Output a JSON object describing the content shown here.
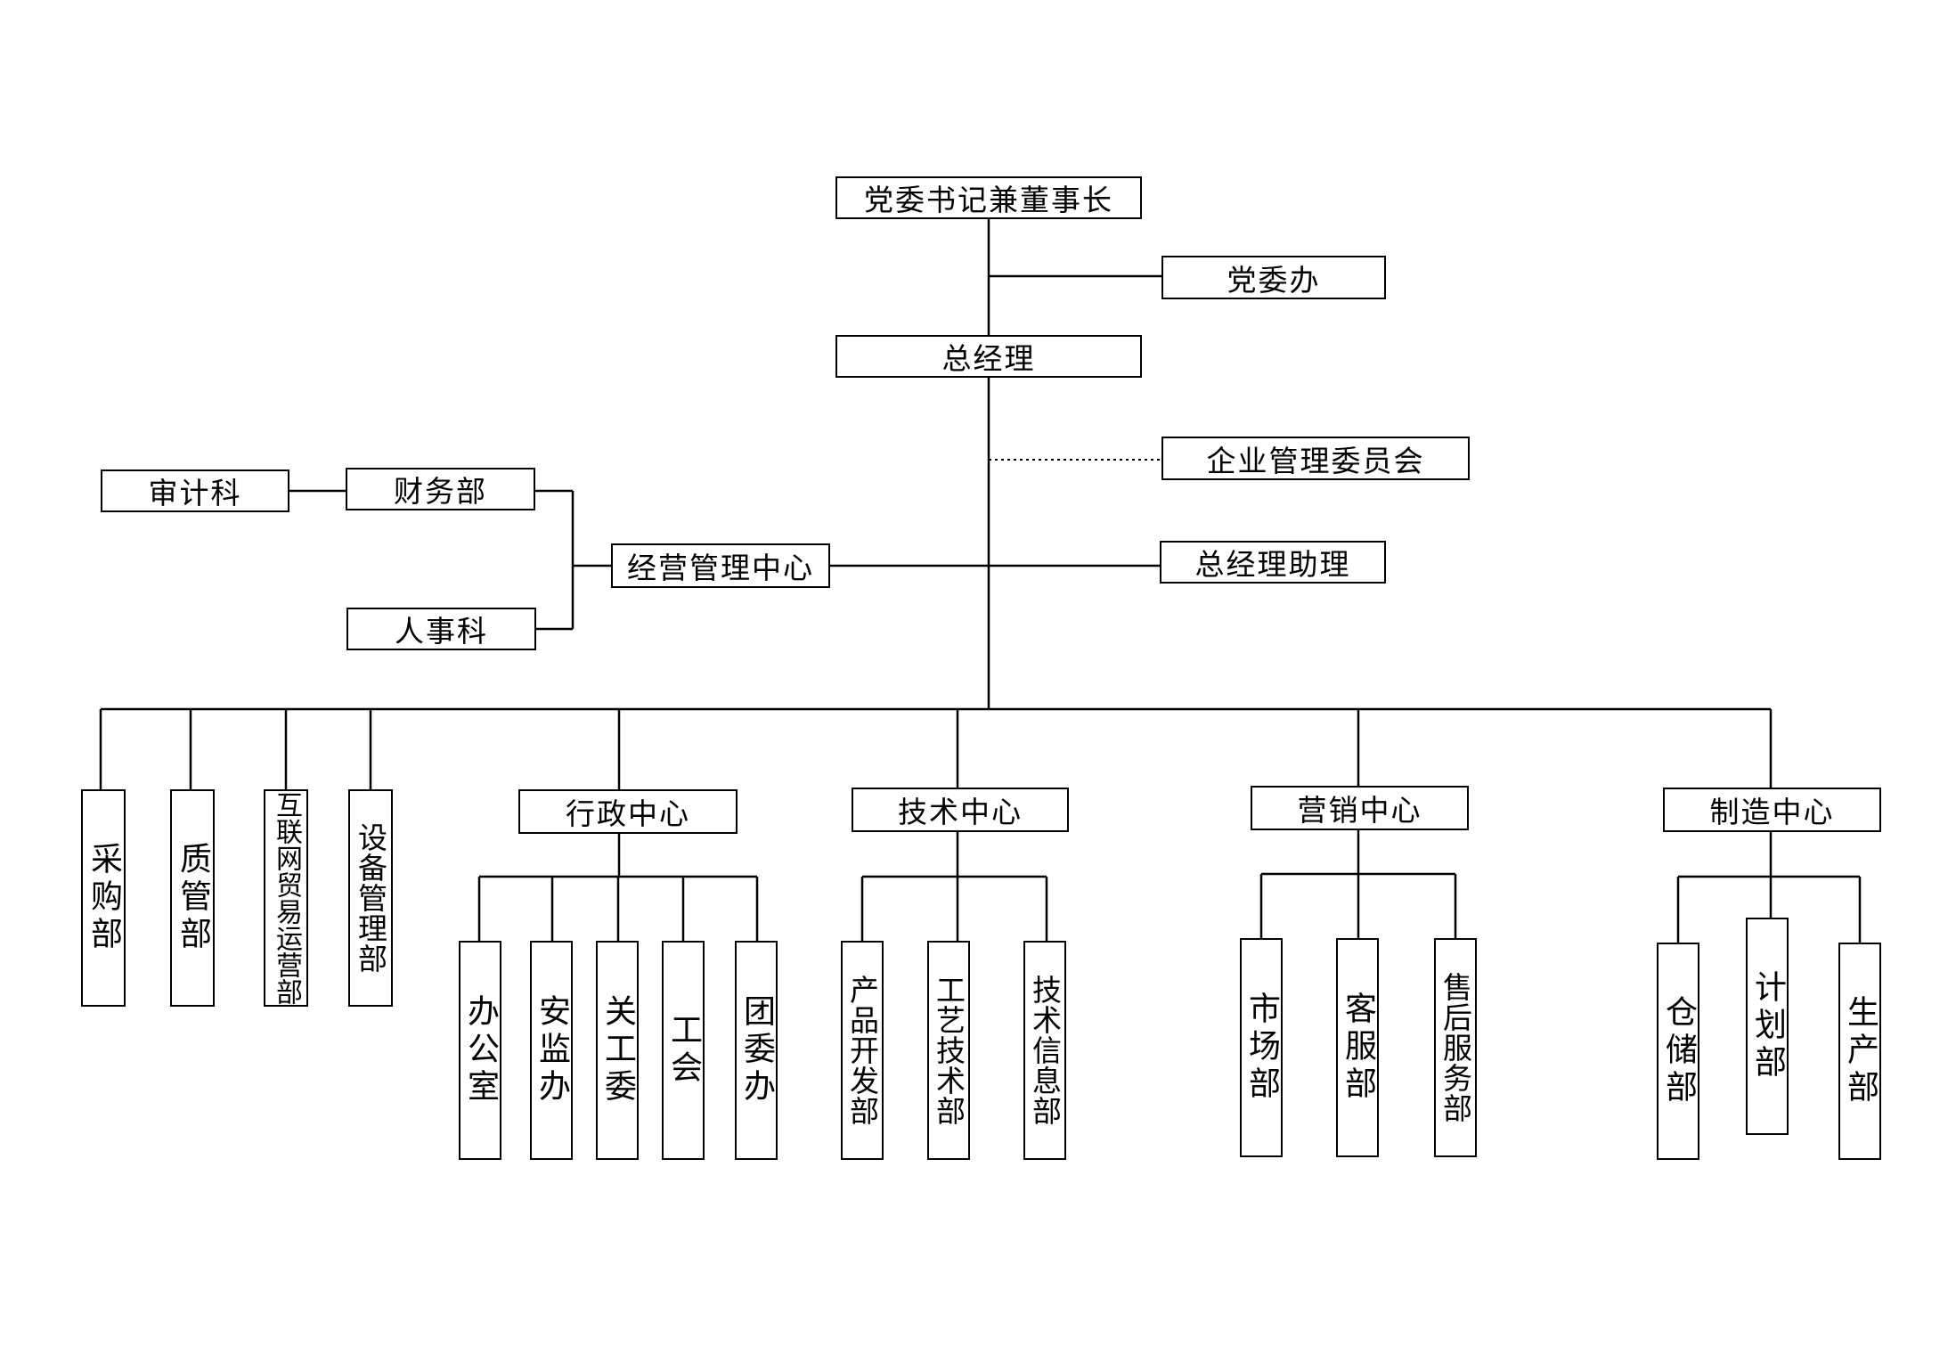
{
  "diagram": {
    "top": {
      "chairman": "党委书记兼董事长",
      "party_office": "党委办",
      "general_manager": "总经理",
      "management_committee": "企业管理委员会",
      "gm_assistant": "总经理助理"
    },
    "operations": {
      "center": "经营管理中心",
      "finance": "财务部",
      "audit": "审计科",
      "hr": "人事科"
    },
    "departments": {
      "procurement": "采购部",
      "quality": "质管部",
      "internet_trade": "互联网贸易运营部",
      "equipment": "设备管理部"
    },
    "admin": {
      "center": "行政中心",
      "children": [
        "办公室",
        "安监办",
        "关工委",
        "工会",
        "团委办"
      ]
    },
    "tech": {
      "center": "技术中心",
      "children": [
        "产品开发部",
        "工艺技术部",
        "技术信息部"
      ]
    },
    "marketing": {
      "center": "营销中心",
      "children": [
        "市场部",
        "客服部",
        "售后服务部"
      ]
    },
    "manufacturing": {
      "center": "制造中心",
      "children": [
        "仓储部",
        "计划部",
        "生产部"
      ]
    }
  }
}
